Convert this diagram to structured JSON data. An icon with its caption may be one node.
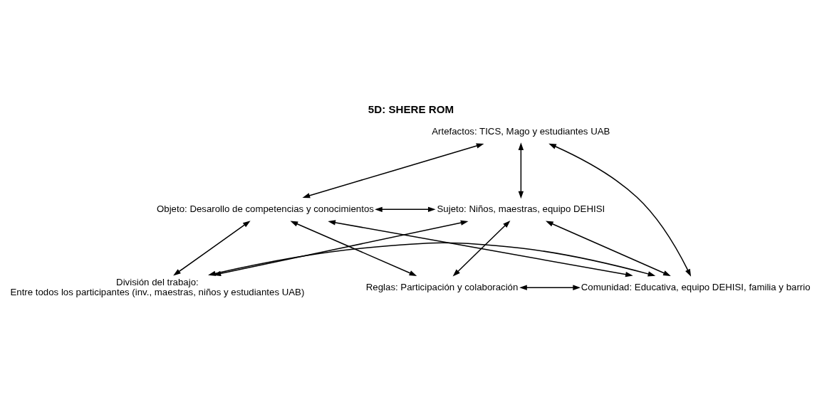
{
  "diagram": {
    "title": "5D: SHERE ROM",
    "nodes": [
      {
        "text": [
          "Artefactos: TICS, Mago y estudiantes UAB"
        ]
      },
      {
        "text": [
          "Sujeto: Niños, maestras, equipo DEHISI"
        ]
      },
      {
        "text": [
          "Objeto: Desarollo de competencias y conocimientos"
        ]
      },
      {
        "text": [
          "Reglas: Participación y colaboración"
        ]
      },
      {
        "text": [
          "Comunidad: Educativa, equipo DEHISI, familia y barrio"
        ]
      },
      {
        "text": [
          "División del trabajo:",
          "Entre todos los participantes (inv., maestras, niños y estudiantes UAB)"
        ]
      }
    ],
    "edges": [
      {
        "from": 0,
        "to": 1,
        "arrow": "both"
      },
      {
        "from": 0,
        "to": 2,
        "arrow": "both"
      },
      {
        "from": 0,
        "to": 4,
        "arrow": "both"
      },
      {
        "from": 1,
        "to": 2,
        "arrow": "both"
      },
      {
        "from": 1,
        "to": 3,
        "arrow": "both"
      },
      {
        "from": 1,
        "to": 4,
        "arrow": "both"
      },
      {
        "from": 1,
        "to": 5,
        "arrow": "both"
      },
      {
        "from": 2,
        "to": 3,
        "arrow": "both"
      },
      {
        "from": 2,
        "to": 4,
        "arrow": "both"
      },
      {
        "from": 2,
        "to": 5,
        "arrow": "both"
      },
      {
        "from": 3,
        "to": 4,
        "arrow": "both"
      },
      {
        "from": 4,
        "to": 5,
        "arrow": "both"
      }
    ]
  }
}
